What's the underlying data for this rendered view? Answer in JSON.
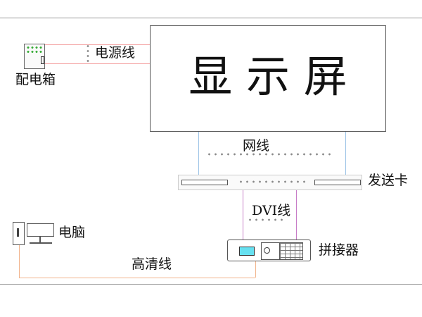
{
  "display": {
    "label": "显 示 屏"
  },
  "power_box": {
    "label": "配电箱"
  },
  "power_cable": {
    "label": "电源线"
  },
  "network_cable": {
    "label": "网线"
  },
  "sender_card": {
    "label": "发送卡"
  },
  "dvi_cable": {
    "label": "DVI线"
  },
  "splicer": {
    "label": "拼接器"
  },
  "computer": {
    "label": "电脑"
  },
  "hd_cable": {
    "label": "高清线"
  },
  "colors": {
    "power": "#f4a0a0",
    "network": "#9cc3e6",
    "dvi": "#c77dc7",
    "hd": "#f2b48c",
    "screen": "#66e0f0"
  }
}
